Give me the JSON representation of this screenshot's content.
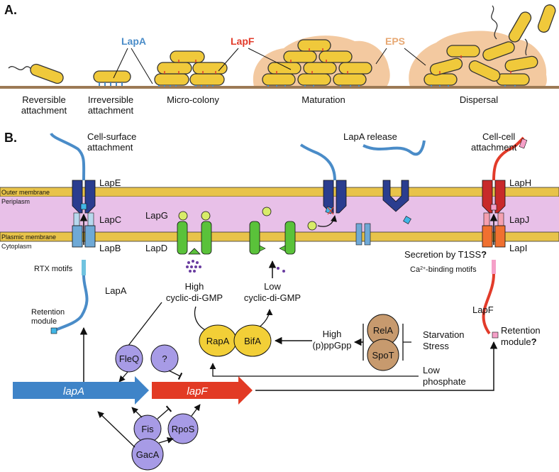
{
  "colors": {
    "bacterium": "#f0c93b",
    "bacterium_stroke": "#333333",
    "lapA": "#4a8cc8",
    "lapF": "#e23b2a",
    "eps": "#f3c9a0",
    "ground": "#9c7a55",
    "membrane": "#e8c34a",
    "periplasm": "#e8c0e8",
    "lapE_dark": "#2a3d8f",
    "lapB_blue": "#6fa9d6",
    "lapD_green": "#5ac23a",
    "lapG_yellow": "#d8ec6a",
    "regulator_purple": "#a79be6",
    "rapA_yellow": "#f2cf37",
    "relA_brown": "#c79a6e",
    "lapH_red": "#c82a2a",
    "lapI_orange": "#f07030",
    "gene_lapA": "#3f84c8",
    "gene_lapF": "#e23a24"
  },
  "panelA": {
    "label": "A.",
    "stages": [
      {
        "line1": "Reversible",
        "line2": "attachment"
      },
      {
        "line1": "Irreversible",
        "line2": "attachment"
      },
      {
        "line1": "Micro-colony",
        "line2": ""
      },
      {
        "line1": "Maturation",
        "line2": ""
      },
      {
        "line1": "Dispersal",
        "line2": ""
      }
    ],
    "callouts": {
      "lapA": "LapA",
      "lapF": "LapF",
      "eps": "EPS"
    }
  },
  "panelB": {
    "label": "B.",
    "layers": {
      "outer": "Outer membrane",
      "peri": "Periplasm",
      "plasmic": "Plasmic membrane",
      "cyto": "Cytoplasm"
    },
    "proteins": {
      "lapE": "LapE",
      "lapC": "LapC",
      "lapB": "LapB",
      "lapG": "LapG",
      "lapD": "LapD",
      "lapH": "LapH",
      "lapJ": "LapJ",
      "lapI": "LapI"
    },
    "texts": {
      "cell_surface_1": "Cell-surface",
      "cell_surface_2": "attachment",
      "lapA_release": "LapA release",
      "cell_cell_1": "Cell-cell",
      "cell_cell_2": "attachment",
      "secretion_t1ss": "Secretion by T1SS",
      "qmark": "?",
      "ca_prefix": "Ca",
      "ca_sup": "2+",
      "ca_suffix": "-binding motifs",
      "rtx": "RTX motifs",
      "retention_1": "Retention",
      "retention_2": "module",
      "lapA_label": "LapA",
      "lapF_label": "LapF",
      "retention_right_1": "Retention",
      "retention_right_2": "module",
      "high_cdg_1": "High",
      "high_cdg_2": "cyclic-di-GMP",
      "low_cdg_1": "Low",
      "low_cdg_2": "cyclic-di-GMP",
      "rapA": "RapA",
      "bifA": "BifA",
      "relA": "RelA",
      "spoT": "SpoT",
      "high_ppgpp_1": "High",
      "high_ppgpp_2": "(p)ppGpp",
      "starvation": "Starvation",
      "stress": "Stress",
      "low_phosphate_1": "Low",
      "low_phosphate_2": "phosphate",
      "fleQ": "FleQ",
      "unknown": "?",
      "fis": "Fis",
      "rpoS": "RpoS",
      "gacA": "GacA",
      "gene_lapA": "lapA",
      "gene_lapF": "lapF"
    }
  }
}
